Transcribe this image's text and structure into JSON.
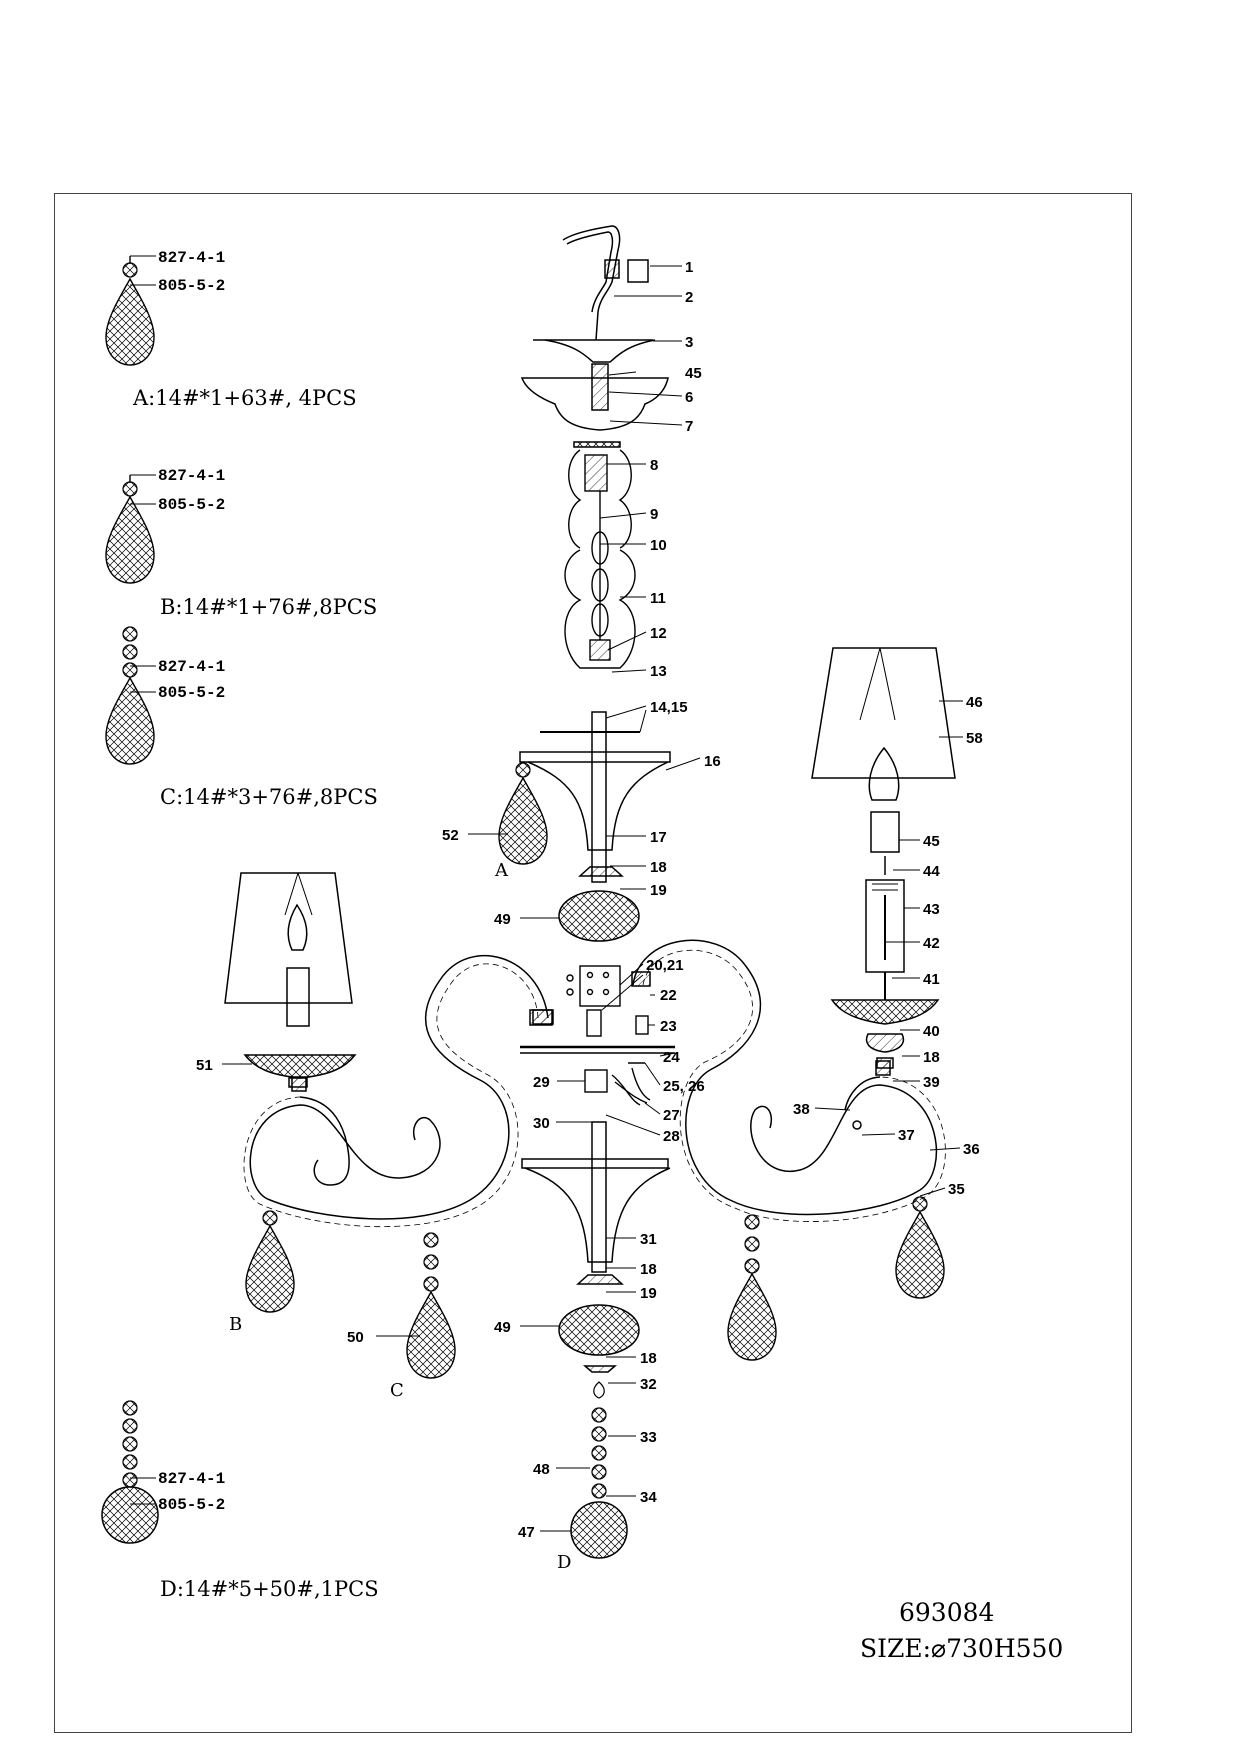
{
  "model": "693084",
  "size": "SIZE:⌀730H550",
  "legend": [
    {
      "top_code": "827-4-1",
      "bottom_code": "805-5-2",
      "caption": "A:14#*1+63#,  4PCS"
    },
    {
      "top_code": "827-4-1",
      "bottom_code": "805-5-2",
      "caption": "B:14#*1+76#,8PCS"
    },
    {
      "top_code": "827-4-1",
      "bottom_code": "805-5-2",
      "caption": "C:14#*3+76#,8PCS"
    },
    {
      "top_code": "827-4-1",
      "bottom_code": "805-5-2",
      "caption": "D:14#*5+50#,1PCS"
    }
  ],
  "part_labels": {
    "p1": "1",
    "p2": "2",
    "p3": "3",
    "p45": "45",
    "p6": "6",
    "p7": "7",
    "p8": "8",
    "p9": "9",
    "p10": "10",
    "p11": "11",
    "p12": "12",
    "p13": "13",
    "p1415": "14,15",
    "p16": "16",
    "p17": "17",
    "p18a": "18",
    "p19a": "19",
    "p2021": "20,21",
    "p22": "22",
    "p23": "23",
    "p24": "24",
    "p2526": "25, 26",
    "p27": "27",
    "p28": "28",
    "p29": "29",
    "p30": "30",
    "p31": "31",
    "p18b": "18",
    "p19b": "19",
    "p18c": "18",
    "p32": "32",
    "p33": "33",
    "p34": "34",
    "p35": "35",
    "p36": "36",
    "p37": "37",
    "p38": "38",
    "p39": "39",
    "p18d": "18",
    "p40": "40",
    "p41": "41",
    "p42": "42",
    "p43": "43",
    "p44": "44",
    "p46": "46",
    "p58": "58",
    "p47": "47",
    "p48": "48",
    "p49a": "49",
    "p49b": "49",
    "p50": "50",
    "p51": "51",
    "p52": "52"
  },
  "pendant_letters": {
    "a": "A",
    "b": "B",
    "c": "C",
    "d": "D"
  }
}
